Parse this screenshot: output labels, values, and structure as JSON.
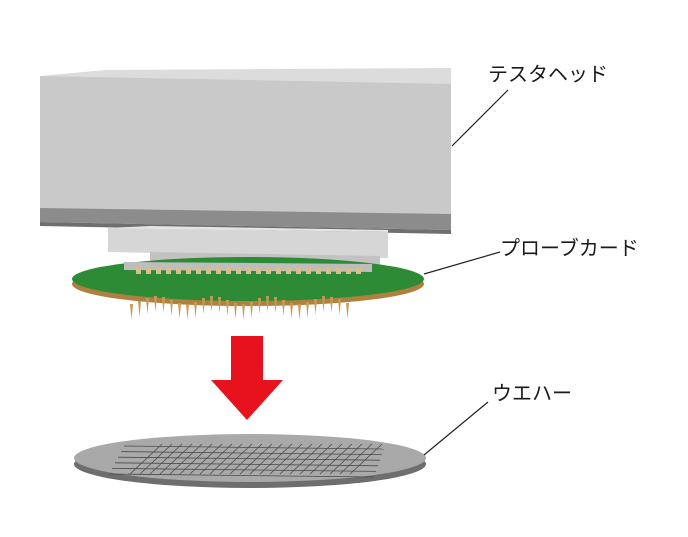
{
  "labels": {
    "tester_head": "テスタヘッド",
    "probe_card": "プローブカード",
    "wafer": "ウエハー"
  },
  "colors": {
    "tester_head_top": "#dcdcdc",
    "tester_head_front": "#c9c9c9",
    "tester_head_side": "#d8d8d8",
    "base_stripe": "#8c8c8c",
    "probe_card_board": "#2e8b35",
    "probe_card_edge": "#b08040",
    "probe_pins": "#c89a55",
    "arrow": "#e8121e",
    "wafer_surface": "#a9a9a9",
    "wafer_edge": "#6e6e6e",
    "wafer_grid": "#4a4a4a",
    "leader_line": "#222222"
  },
  "icons": {
    "arrow": "down-arrow-icon"
  }
}
